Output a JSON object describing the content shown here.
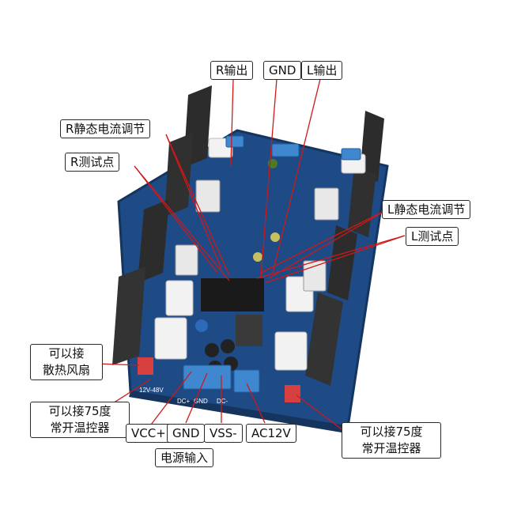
{
  "labels": {
    "r_out": "R输出",
    "gnd_top": "GND",
    "l_out": "L输出",
    "r_bias": "R静态电流调节",
    "r_test": "R测试点",
    "l_bias": "L静态电流调节",
    "l_test": "L测试点",
    "fan_1": "可以接",
    "fan_2": "散热风扇",
    "thermo_left_1": "可以接75度",
    "thermo_left_2": "常开温控器",
    "vcc": "VCC+",
    "gnd_bottom": "GND",
    "vss": "VSS-",
    "ac12": "AC12V",
    "power_in": "电源输入",
    "thermo_right_1": "可以接75度",
    "thermo_right_2": "常开温控器"
  },
  "silkscreen": {
    "dc_plus": "DC+",
    "gnd": "GND",
    "dc_minus": "DC-",
    "fan_voltage": "12V-48V"
  },
  "colors": {
    "pcb": "#1e4a86",
    "pcb_dark": "#15355f",
    "heatsink": "#2c2c2c",
    "terminal_blue": "#3f88d0",
    "leader_line": "#d01818",
    "label_border": "#2a2a2a"
  }
}
